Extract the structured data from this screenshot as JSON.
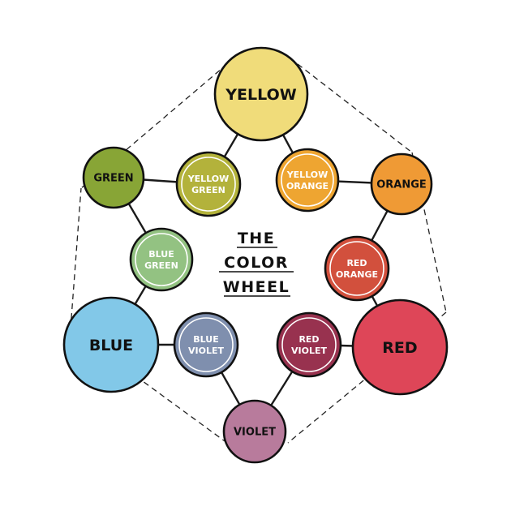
{
  "title": {
    "lines": [
      "THE",
      "COLOR",
      "WHEEL"
    ]
  },
  "nodes": {
    "yellow": {
      "lines": [
        "YELLOW"
      ],
      "fill": "#f0dc7a",
      "text_color": "#111111",
      "ring": false
    },
    "green": {
      "lines": [
        "GREEN"
      ],
      "fill": "#88a536",
      "text_color": "#111111",
      "ring": false
    },
    "yellow_green": {
      "lines": [
        "YELLOW",
        "GREEN"
      ],
      "fill": "#b3b23b",
      "text_color": "#ffffff",
      "ring": true
    },
    "yellow_orange": {
      "lines": [
        "YELLOW",
        "ORANGE"
      ],
      "fill": "#eea531",
      "text_color": "#ffffff",
      "ring": true
    },
    "orange": {
      "lines": [
        "ORANGE"
      ],
      "fill": "#ef9a35",
      "text_color": "#111111",
      "ring": false
    },
    "blue_green": {
      "lines": [
        "BLUE",
        "GREEN"
      ],
      "fill": "#93c282",
      "text_color": "#ffffff",
      "ring": true
    },
    "red_orange": {
      "lines": [
        "RED",
        "ORANGE"
      ],
      "fill": "#d2503d",
      "text_color": "#ffffff",
      "ring": true
    },
    "blue": {
      "lines": [
        "BLUE"
      ],
      "fill": "#82c8e8",
      "text_color": "#111111",
      "ring": false
    },
    "blue_violet": {
      "lines": [
        "BLUE",
        "VIOLET"
      ],
      "fill": "#7f8fae",
      "text_color": "#ffffff",
      "ring": true
    },
    "red_violet": {
      "lines": [
        "RED",
        "VIOLET"
      ],
      "fill": "#98324f",
      "text_color": "#ffffff",
      "ring": true
    },
    "red": {
      "lines": [
        "RED"
      ],
      "fill": "#de4658",
      "text_color": "#111111",
      "ring": false
    },
    "violet": {
      "lines": [
        "VIOLET"
      ],
      "fill": "#b87b9c",
      "text_color": "#111111",
      "ring": false
    }
  }
}
